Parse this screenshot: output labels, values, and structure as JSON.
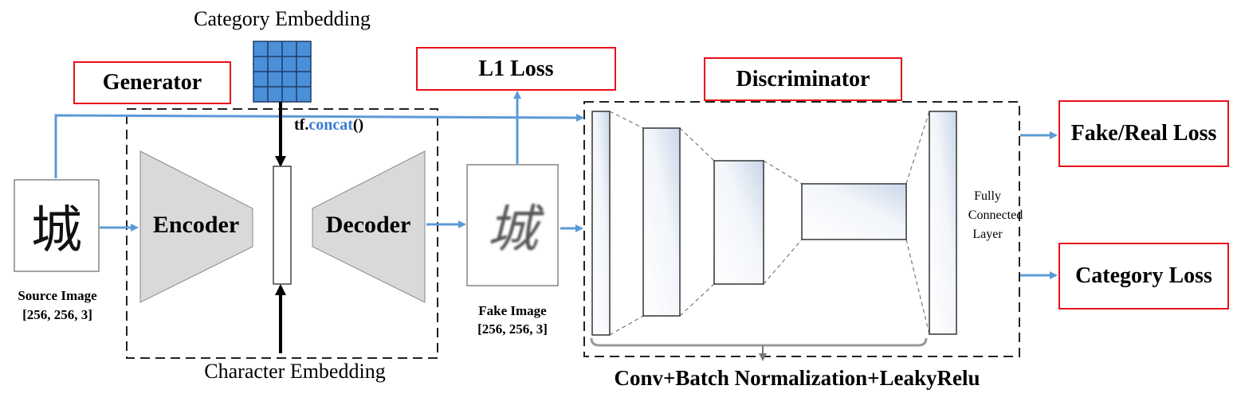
{
  "generator": {
    "title": "Generator"
  },
  "discriminator": {
    "title": "Discriminator"
  },
  "category_embedding": {
    "label": "Category Embedding",
    "grid_rows": 4,
    "grid_cols": 4,
    "color": "#4a90d9"
  },
  "character_embedding": {
    "label": "Character Embedding"
  },
  "concat": {
    "prefix": "tf.",
    "func": "concat",
    "suffix": "()",
    "accent": "#3a7bd5"
  },
  "encoder": {
    "label": "Encoder"
  },
  "decoder": {
    "label": "Decoder"
  },
  "source_image": {
    "glyph": "城",
    "caption_line1": "Source Image",
    "caption_line2": "[256, 256, 3]"
  },
  "fake_image": {
    "glyph": "城",
    "caption_line1": "Fake Image",
    "caption_line2": "[256, 256, 3]"
  },
  "l1_loss": {
    "label": "L1 Loss"
  },
  "fake_real_loss": {
    "label": "Fake/Real Loss"
  },
  "category_loss": {
    "label": "Category Loss"
  },
  "fully_connected": {
    "line1": "Fully",
    "line2": "Connected",
    "line3": "Layer"
  },
  "conv_block": {
    "label": "Conv+Batch Normalization+LeakyRelu"
  },
  "colors": {
    "arrow_blue": "#5b9bd5",
    "red_border": "#e8101a",
    "trapezoid_gray": "#d9d9d9"
  }
}
